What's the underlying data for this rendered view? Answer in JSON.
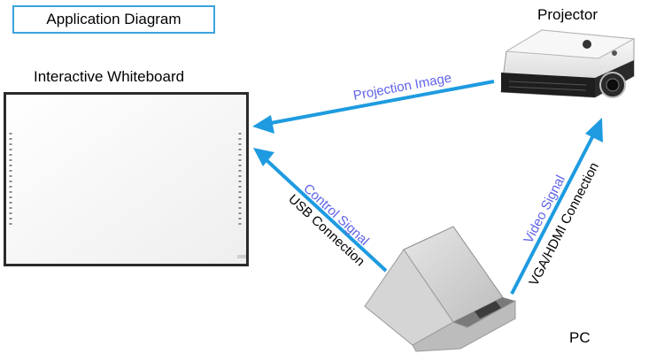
{
  "title": "Application Diagram",
  "nodes": {
    "whiteboard": "Interactive Whiteboard",
    "projector": "Projector",
    "pc": "PC"
  },
  "links": {
    "projection": "Projection Image",
    "control": "Control Signal",
    "usb": "USB Connection",
    "video": "Video Signal",
    "vga": "VGA/HDMI Connection"
  },
  "colors": {
    "arrow": "#1e9be0",
    "label_blue": "#5f63e8",
    "frame": "#3aa3df"
  }
}
